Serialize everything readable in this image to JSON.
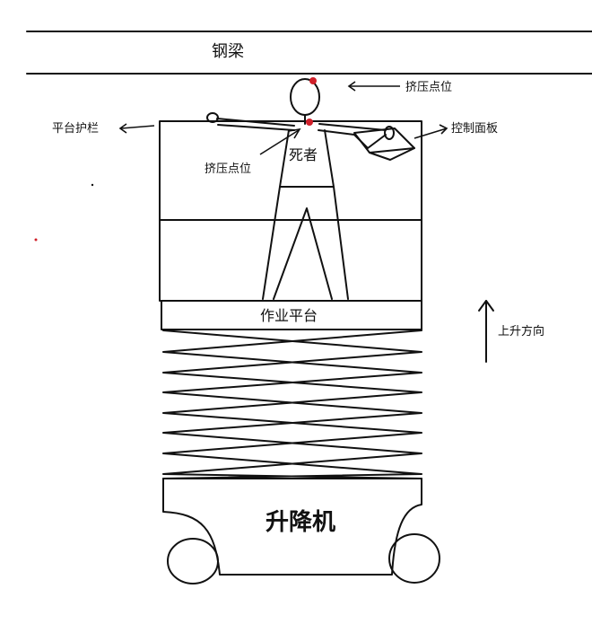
{
  "labels": {
    "beam": "钢梁",
    "pinch_point_top": "挤压点位",
    "pinch_point_chest": "挤压点位",
    "platform_guardrail": "平台护栏",
    "control_panel": "控制面板",
    "deceased": "死者",
    "work_platform": "作业平台",
    "lift_direction": "上升方向",
    "lift_machine": "升降机"
  },
  "colors": {
    "line": "#111111",
    "pinch_mark": "#d0202a",
    "background": "#ffffff"
  }
}
